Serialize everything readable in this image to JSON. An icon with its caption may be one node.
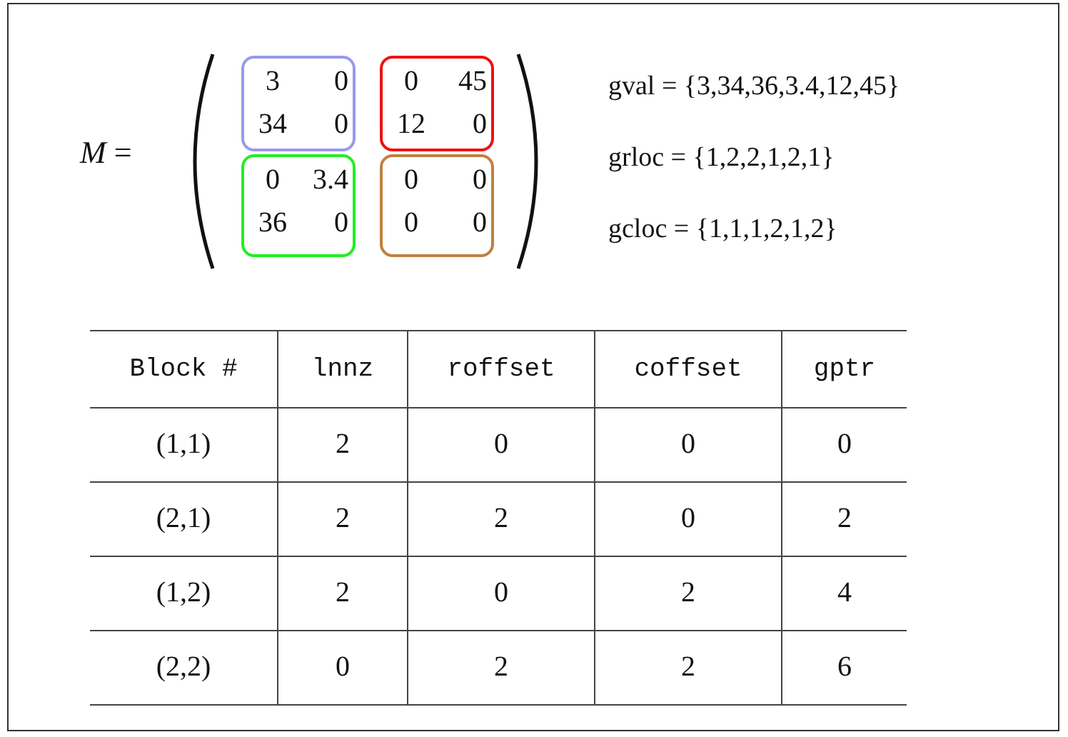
{
  "diagram": {
    "nodes": [
      {
        "text": [
          "3",
          "0",
          "34",
          "0"
        ]
      },
      {
        "text": [
          "0",
          "45",
          "12",
          "0"
        ]
      },
      {
        "text": [
          "0",
          "3.4",
          "36",
          "0"
        ]
      },
      {
        "text": [
          "0",
          "0",
          "0",
          "0"
        ]
      }
    ],
    "labels": [
      "*M* =",
      "gval = {3,34,36,3.4,12,45}",
      "grloc = {1,2,2,1,2,1}",
      "gcloc = {1,1,1,2,1,2}",
      "Block #",
      "lnnz",
      "roffset",
      "coffset",
      "gptr",
      "(1,1)",
      "2",
      "0",
      "0",
      "0",
      "(2,1)",
      "2",
      "2",
      "0",
      "2",
      "(1,2)",
      "2",
      "0",
      "2",
      "4",
      "(2,2)",
      "0",
      "2",
      "2",
      "6"
    ]
  }
}
